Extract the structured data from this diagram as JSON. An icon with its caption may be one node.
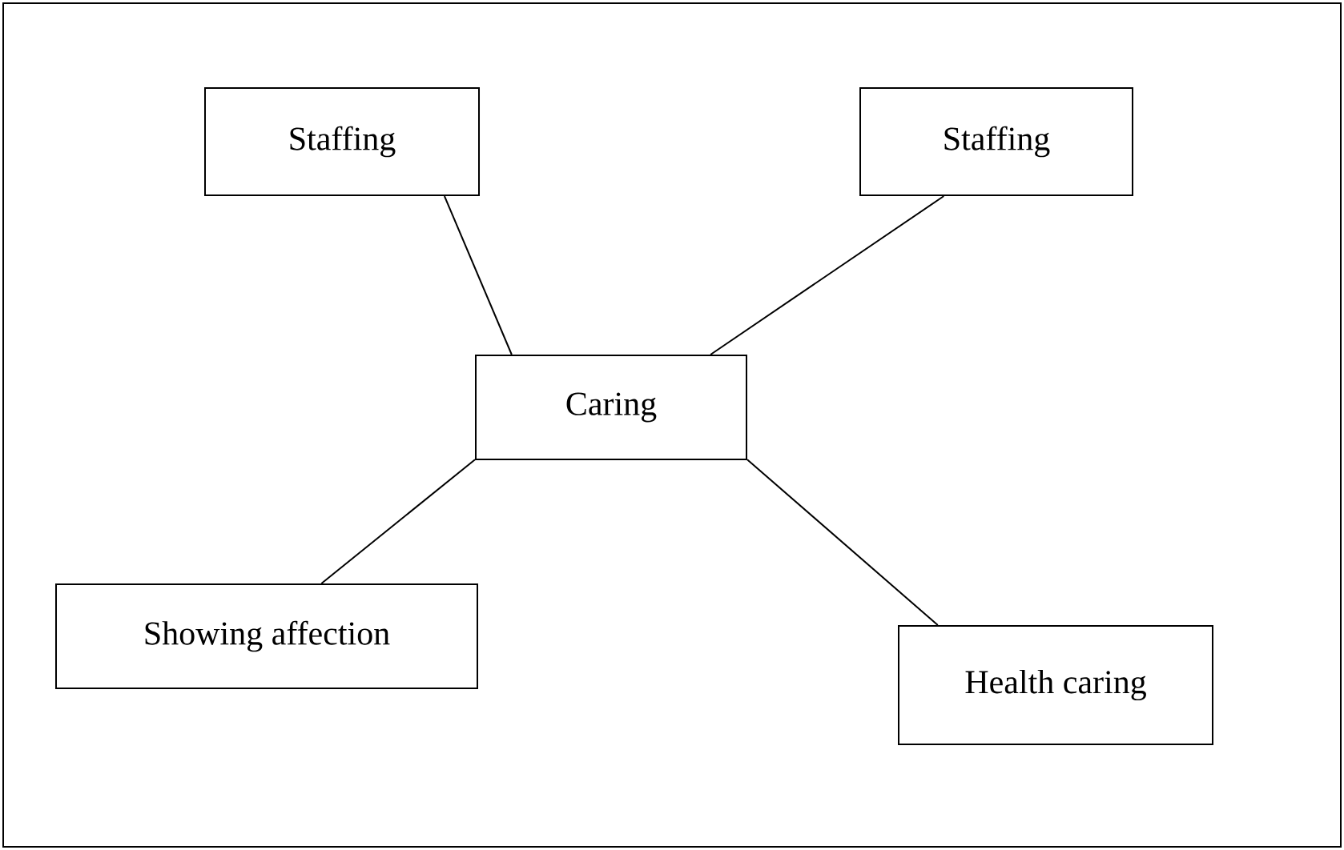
{
  "diagram": {
    "nodes": [
      {
        "text": [
          "Caring"
        ]
      },
      {
        "text": [
          "Staffing"
        ]
      },
      {
        "text": [
          "Staffing"
        ]
      },
      {
        "text": [
          "Showing affection"
        ]
      },
      {
        "text": [
          "Health caring"
        ]
      }
    ],
    "edges": [
      {
        "from": 1,
        "to": 0,
        "arrow": "none"
      },
      {
        "from": 2,
        "to": 0,
        "arrow": "none"
      },
      {
        "from": 0,
        "to": 3,
        "arrow": "none"
      },
      {
        "from": 0,
        "to": 4,
        "arrow": "none"
      }
    ]
  }
}
